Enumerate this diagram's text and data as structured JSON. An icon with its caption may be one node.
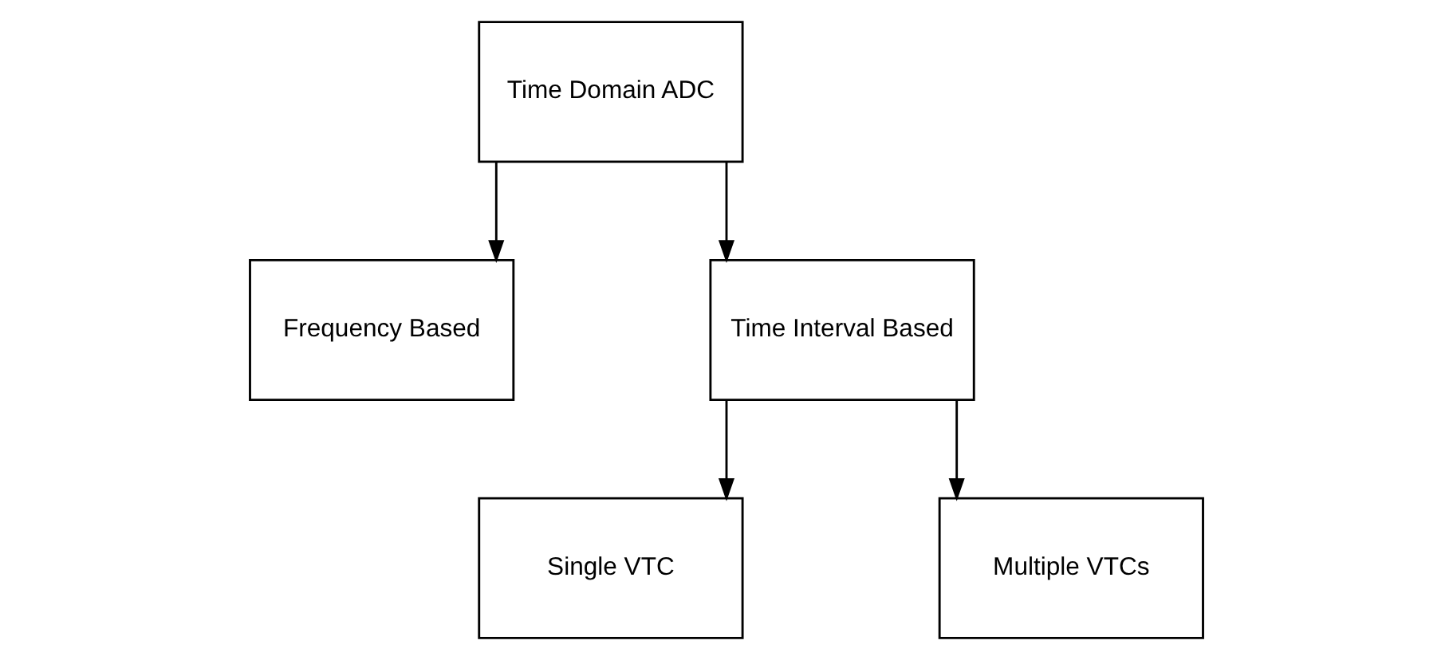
{
  "diagram": {
    "nodes": [
      {
        "text": [
          "Time Domain ADC"
        ]
      },
      {
        "text": [
          "Frequency Based"
        ]
      },
      {
        "text": [
          "Time Interval Based"
        ]
      },
      {
        "text": [
          "Single VTC"
        ]
      },
      {
        "text": [
          "Multiple VTCs"
        ]
      }
    ],
    "edges": [
      {
        "from": 0,
        "to": 1,
        "arrow": "to"
      },
      {
        "from": 0,
        "to": 2,
        "arrow": "to"
      },
      {
        "from": 2,
        "to": 3,
        "arrow": "to"
      },
      {
        "from": 2,
        "to": 4,
        "arrow": "to"
      }
    ]
  }
}
